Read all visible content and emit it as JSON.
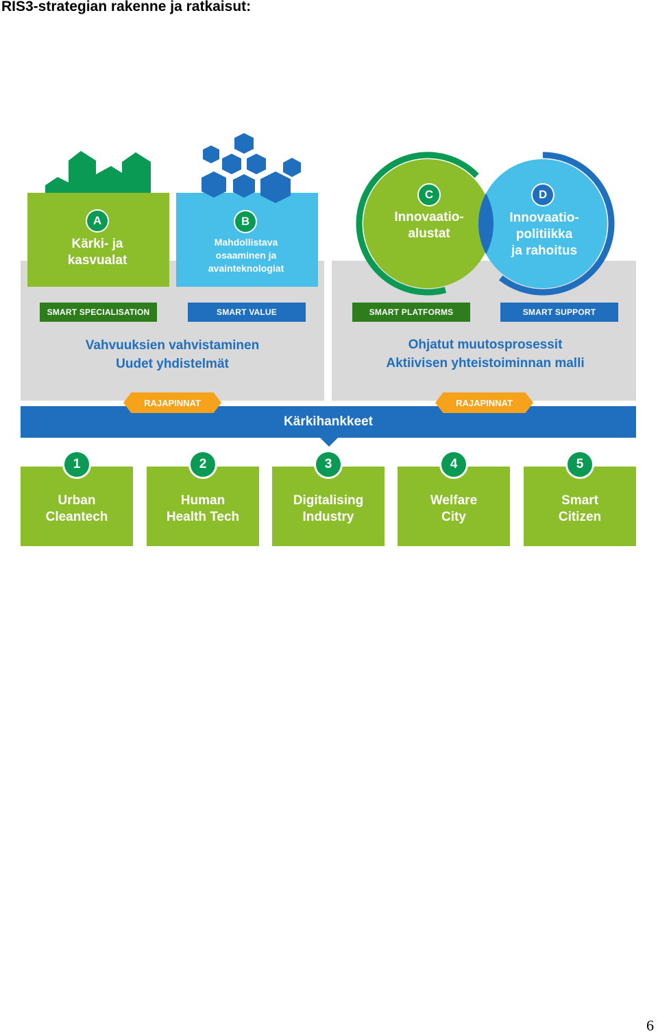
{
  "page": {
    "title": "RIS3-strategian rakenne ja ratkaisut:",
    "page_number": "6"
  },
  "colors": {
    "green": "#8cbd2a",
    "dark_green": "#2e7d1c",
    "badge_green": "#0a9a54",
    "light_blue": "#47bfe9",
    "blue": "#1f6fbe",
    "orange": "#f7a21b",
    "grey": "#d9d9d9"
  },
  "blocks": [
    {
      "letter": "A",
      "label_line1": "Kärki- ja",
      "label_line2": "kasvualat"
    },
    {
      "letter": "B",
      "label_line1": "Mahdollistava",
      "label_line2": "osaaminen ja",
      "label_line3": "avainteknologiat"
    },
    {
      "letter": "C",
      "label_line1": "Innovaatio-",
      "label_line2": "alustat"
    },
    {
      "letter": "D",
      "label_line1": "Innovaatio-",
      "label_line2": "politiikka",
      "label_line3": "ja rahoitus"
    }
  ],
  "bars": {
    "smart_specialisation": "SMART SPECIALISATION",
    "smart_value": "SMART VALUE",
    "smart_platforms": "SMART PLATFORMS",
    "smart_support": "SMART SUPPORT"
  },
  "left_text": {
    "line1": "Vahvuuksien vahvistaminen",
    "line2": "Uudet yhdistelmät"
  },
  "right_text": {
    "line1": "Ohjatut muutosprosessit",
    "line2": "Aktiivisen yhteistoiminnan malli"
  },
  "interfaces": {
    "left": "RAJAPINNAT",
    "right": "RAJAPINNAT"
  },
  "main_band": "Kärkihankkeet",
  "projects": [
    {
      "number": "1",
      "line1": "Urban",
      "line2": "Cleantech"
    },
    {
      "number": "2",
      "line1": "Human",
      "line2": "Health Tech"
    },
    {
      "number": "3",
      "line1": "Digitalising",
      "line2": "Industry"
    },
    {
      "number": "4",
      "line1": "Welfare",
      "line2": "City"
    },
    {
      "number": "5",
      "line1": "Smart",
      "line2": "Citizen"
    }
  ]
}
